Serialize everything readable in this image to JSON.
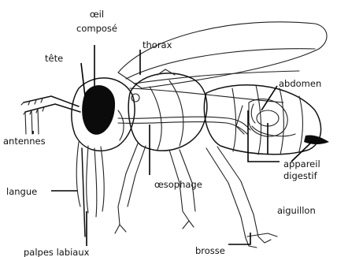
{
  "labels": {
    "oeil": [
      "œil",
      "composé"
    ],
    "tete": "tête",
    "thorax": "thorax",
    "abdomen": "abdomen",
    "antennes": "antennes",
    "oesophage": "œsophage",
    "appareil": [
      "appareil",
      "digestif"
    ],
    "langue": "langue",
    "aiguillon": "aiguillon",
    "brosse": "brosse",
    "palpes": "palpes labiaux"
  }
}
